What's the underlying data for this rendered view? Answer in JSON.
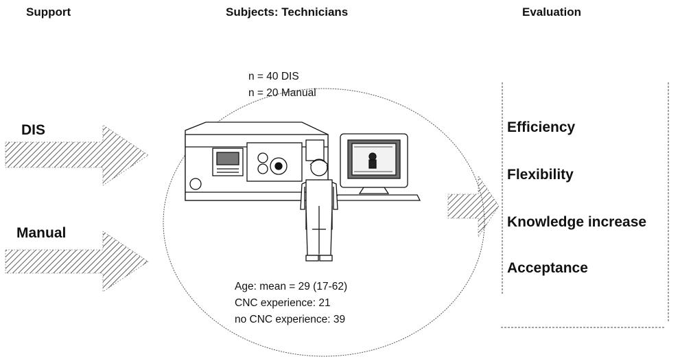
{
  "headers": {
    "support": "Support",
    "subjects": "Subjects: Technicians",
    "evaluation": "Evaluation"
  },
  "support": {
    "dis_label": "DIS",
    "manual_label": "Manual"
  },
  "subjects": {
    "counts": [
      "n = 40 DIS",
      "n = 20 Manual"
    ],
    "stats": [
      "Age: mean = 29 (17-62)",
      "CNC experience: 21",
      "no CNC experience: 39"
    ]
  },
  "evaluation": {
    "items": [
      "Efficiency",
      "Flexibility",
      "Knowledge increase",
      "Acceptance"
    ]
  },
  "colors": {
    "line": "#111111",
    "hatch": "#333333"
  }
}
